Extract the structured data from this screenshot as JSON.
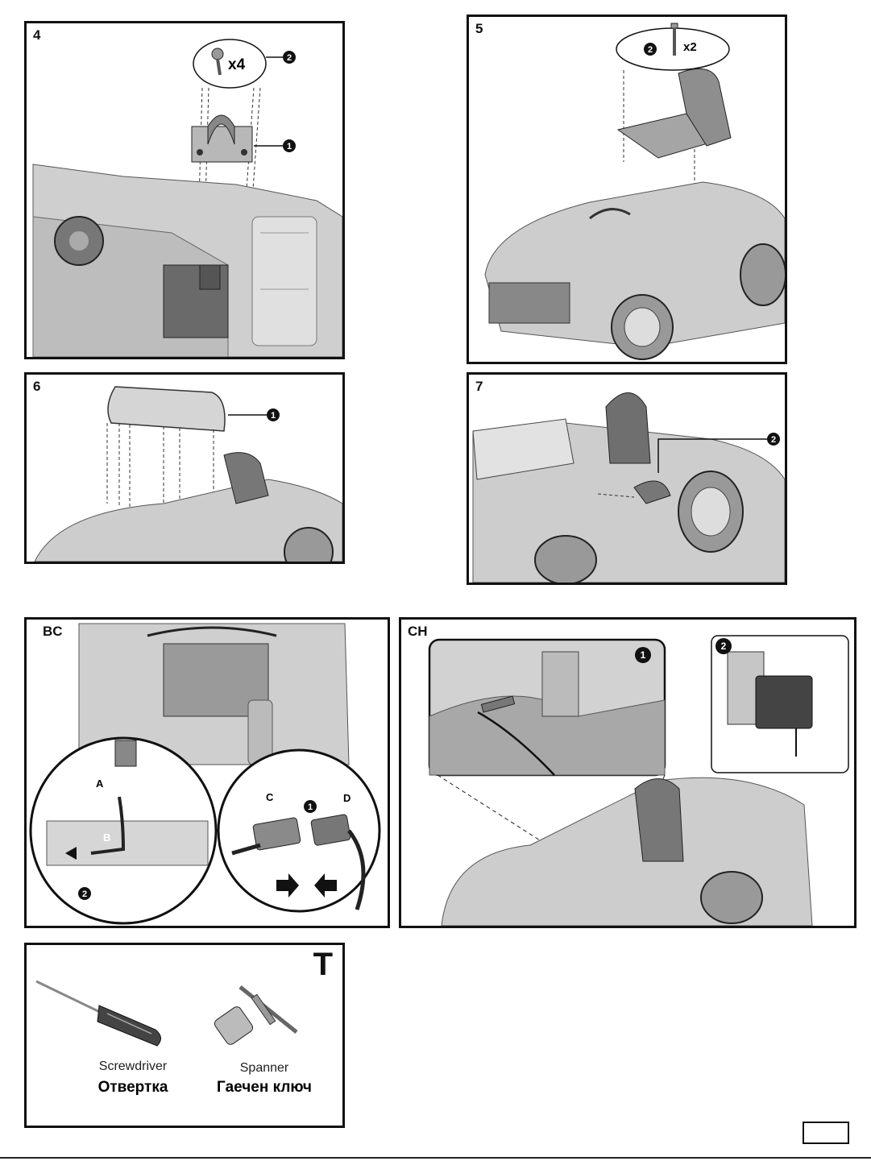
{
  "steps": {
    "s4": {
      "label": "4",
      "screws_qty": "x4",
      "callout_part": "1",
      "callout_screw": "2"
    },
    "s5": {
      "label": "5",
      "screws_qty": "x2",
      "callout_screw": "2"
    },
    "s6": {
      "label": "6",
      "callout_part": "1"
    },
    "s7": {
      "label": "7",
      "callout_part": "2"
    },
    "bc": {
      "label": "BC",
      "letter_a": "A",
      "letter_b": "B",
      "letter_c": "C",
      "letter_d": "D",
      "callout_1": "1",
      "callout_2": "2"
    },
    "ch": {
      "label": "CH",
      "callout_1": "1",
      "callout_2": "2"
    }
  },
  "tools": {
    "label": "T",
    "screwdriver_en": "Screwdriver",
    "screwdriver_bg": "Отвертка",
    "spanner_en": "Spanner",
    "spanner_bg": "Гаечен ключ"
  },
  "colors": {
    "line": "#111111",
    "car": "#c8c8c8",
    "car_dark": "#8a8a8a",
    "bg": "#ffffff"
  }
}
